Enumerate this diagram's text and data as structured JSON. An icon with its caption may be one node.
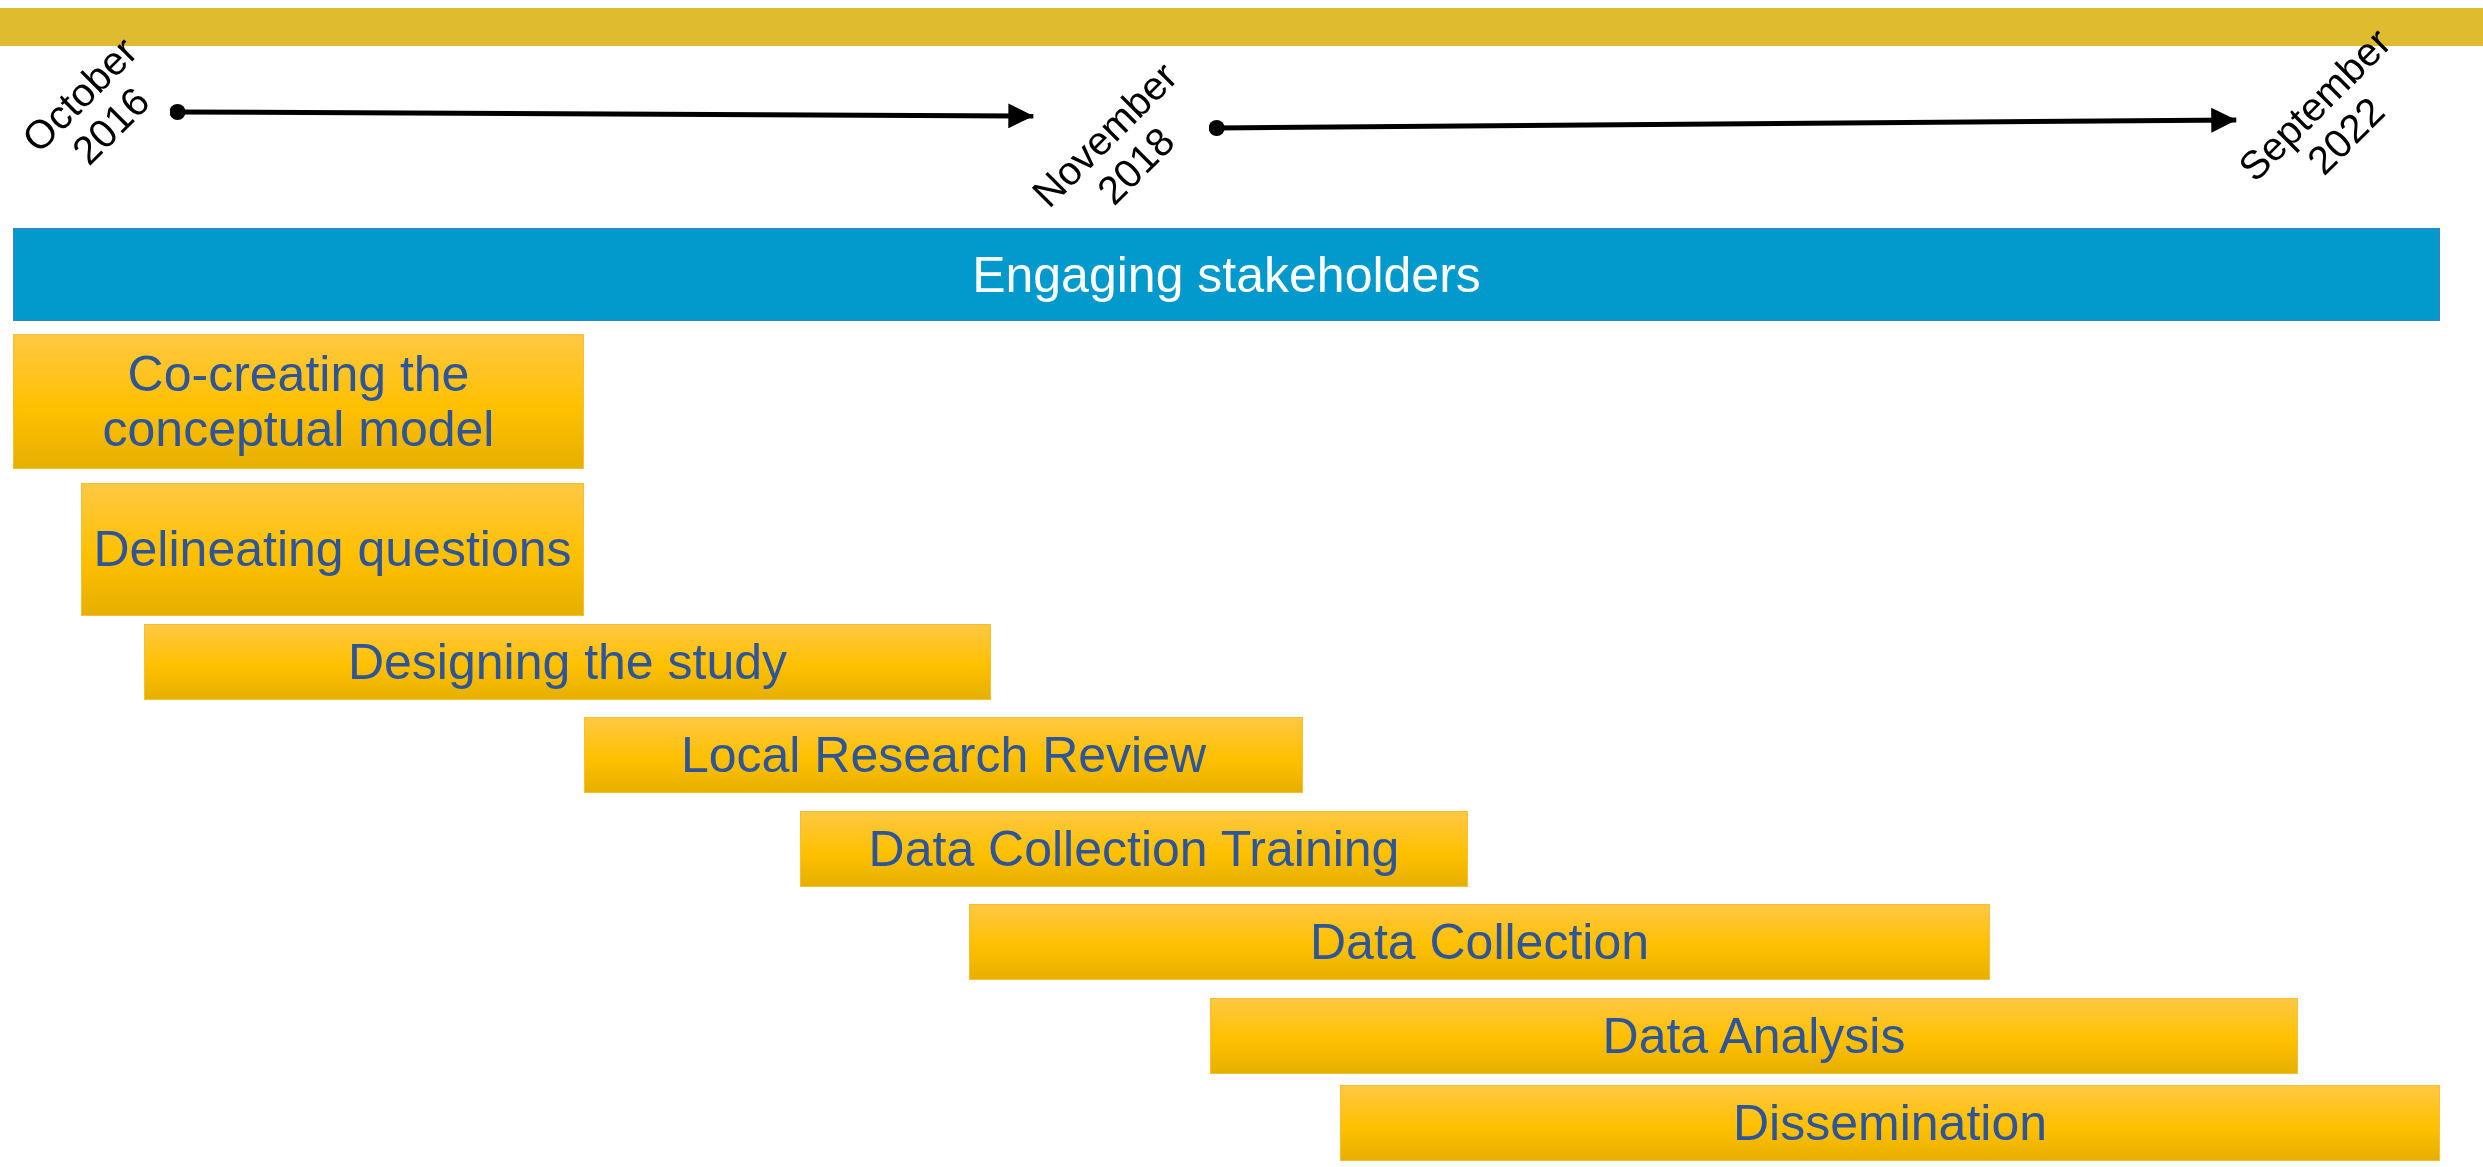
{
  "diagram": {
    "nodes": [
      {
        "text": [
          "October 2016"
        ]
      },
      {
        "text": [
          "November 2018"
        ]
      },
      {
        "text": [
          "September 2022"
        ]
      },
      {
        "text": [
          "Engaging stakeholders"
        ]
      },
      {
        "text": [
          "Co-creating the conceptual model"
        ]
      },
      {
        "text": [
          "Delineating questions"
        ]
      },
      {
        "text": [
          "Designing the study"
        ]
      },
      {
        "text": [
          "Local Research Review"
        ]
      },
      {
        "text": [
          "Data Collection Training"
        ]
      },
      {
        "text": [
          "Data Collection"
        ]
      },
      {
        "text": [
          "Data Analysis"
        ]
      },
      {
        "text": [
          "Dissemination"
        ]
      }
    ],
    "edges": [
      {
        "from": 0,
        "to": 1,
        "arrow": "to"
      },
      {
        "from": 1,
        "to": 2,
        "arrow": "to"
      }
    ]
  }
}
